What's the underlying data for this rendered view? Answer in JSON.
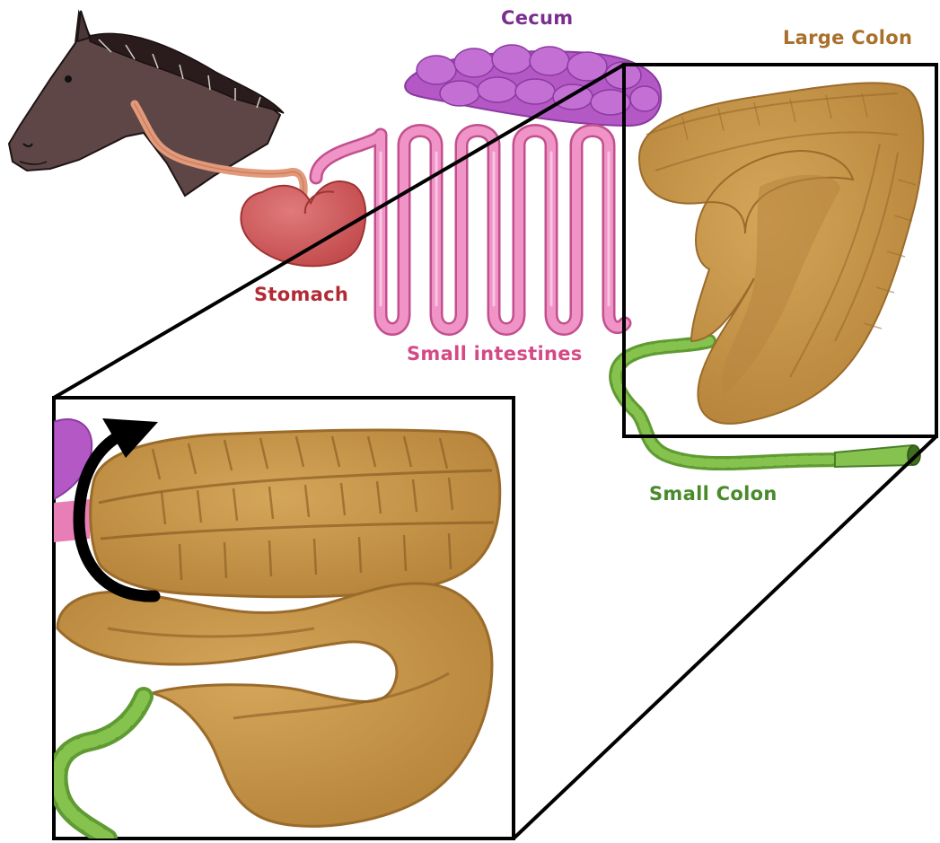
{
  "labels": {
    "cecum": "Cecum",
    "large_colon": "Large Colon",
    "stomach": "Stomach",
    "small_intestines": "Small intestines",
    "small_colon": "Small Colon"
  },
  "colors": {
    "cecum": "#7a2f8f",
    "large_colon": "#a9702c",
    "stomach": "#b12b35",
    "small_intestines": "#d44a86",
    "small_colon": "#4a8a2c",
    "colon_fill": "#c89a4a",
    "intestine_pink": "#ec86bd",
    "horse_coat": "#5c4545"
  },
  "icons": {
    "rotation_arrow": "curved-arrow-icon"
  }
}
